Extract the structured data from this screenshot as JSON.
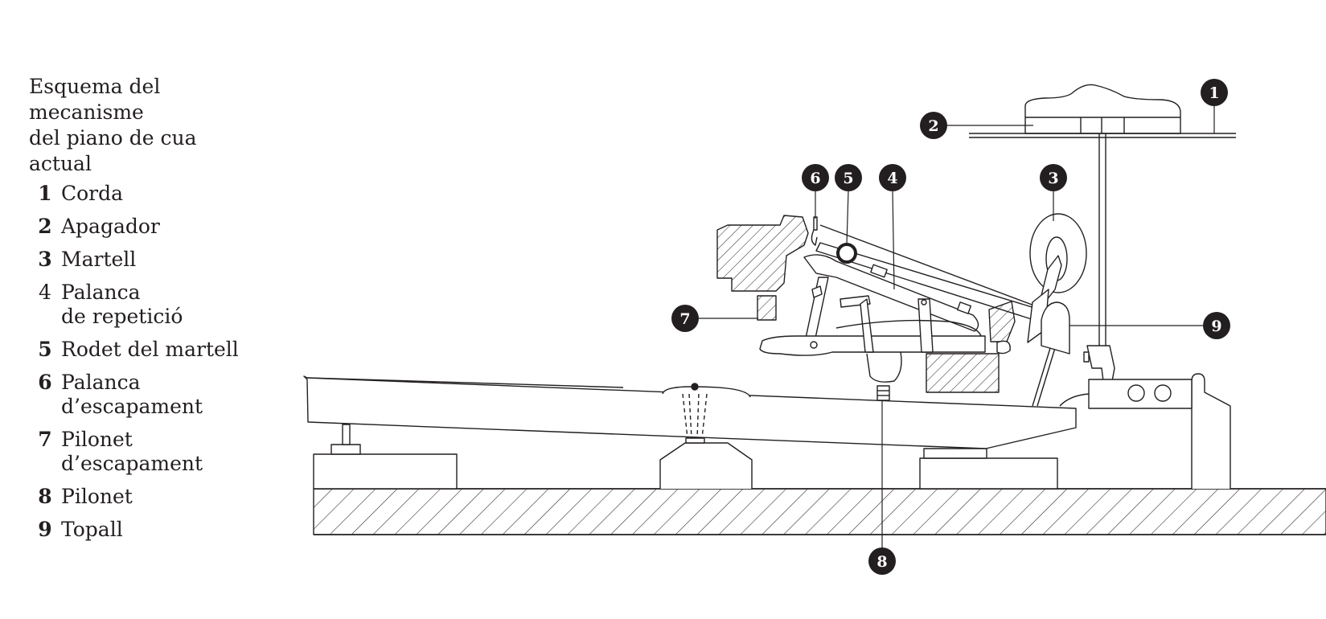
{
  "legend": {
    "title_lines": [
      "Esquema del",
      "mecanisme",
      "del piano de cua",
      "actual"
    ],
    "items": [
      {
        "number": "1",
        "lines": [
          "Corda"
        ],
        "bold": true
      },
      {
        "number": "2",
        "lines": [
          "Apagador"
        ],
        "bold": true
      },
      {
        "number": "3",
        "lines": [
          "Martell"
        ],
        "bold": true
      },
      {
        "number": "4",
        "lines": [
          "Palanca",
          "de repetició"
        ],
        "bold": false
      },
      {
        "number": "5",
        "lines": [
          "Rodet del martell"
        ],
        "bold": true
      },
      {
        "number": "6",
        "lines": [
          "Palanca",
          "d’escapament"
        ],
        "bold": true
      },
      {
        "number": "7",
        "lines": [
          "Pilonet",
          "d’escapament"
        ],
        "bold": true
      },
      {
        "number": "8",
        "lines": [
          "Pilonet"
        ],
        "bold": true
      },
      {
        "number": "9",
        "lines": [
          "Topall"
        ],
        "bold": true
      }
    ]
  },
  "callouts": [
    "1",
    "2",
    "3",
    "4",
    "5",
    "6",
    "7",
    "8",
    "9"
  ],
  "colors": {
    "ink": "#231f20",
    "paper": "#ffffff"
  }
}
